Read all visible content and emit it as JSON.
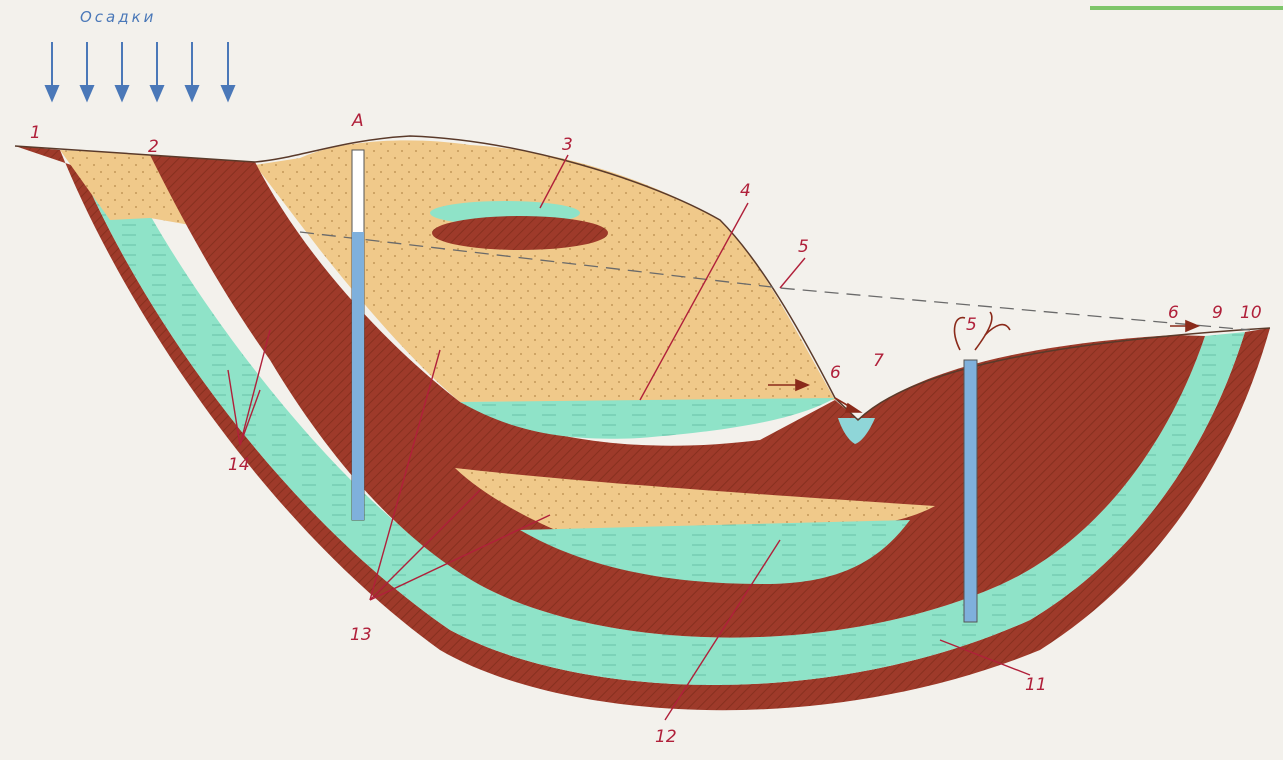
{
  "precipitation_label": "Осадки",
  "labels": {
    "l1": "1",
    "l2": "2",
    "l3": "3",
    "l4": "4",
    "l5a": "5",
    "l5b": "5",
    "l6a": "6",
    "l6b": "6",
    "l7": "7",
    "l9": "9",
    "l10": "10",
    "l11": "11",
    "l12": "12",
    "l13": "13",
    "l14": "14",
    "lA": "A"
  },
  "colors": {
    "clay": "#9e3a2a",
    "sand": "#f0c98a",
    "water": "#8fe3c8",
    "well": "#7fb0dc",
    "leader": "#b0203a",
    "precip": "#4a78b8"
  }
}
